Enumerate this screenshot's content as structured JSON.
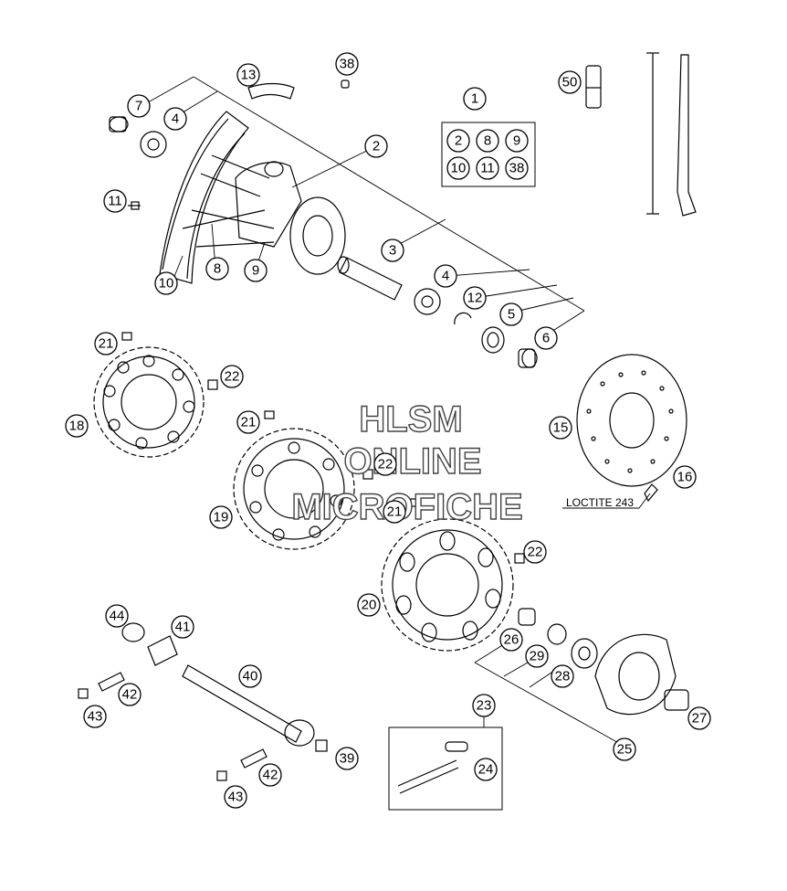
{
  "callouts": [
    "1",
    "2",
    "3",
    "4",
    "5",
    "6",
    "7",
    "8",
    "9",
    "10",
    "11",
    "12",
    "13",
    "15",
    "16",
    "18",
    "19",
    "20",
    "21",
    "22",
    "23",
    "24",
    "25",
    "26",
    "27",
    "28",
    "29",
    "38",
    "39",
    "40",
    "41",
    "42",
    "43",
    "44",
    "50"
  ],
  "kit_contents": [
    "2",
    "8",
    "9",
    "10",
    "11",
    "38"
  ],
  "note": "LOCTITE 243",
  "watermark": [
    "HLSM",
    "ONLINE",
    "MICROFICHE"
  ]
}
